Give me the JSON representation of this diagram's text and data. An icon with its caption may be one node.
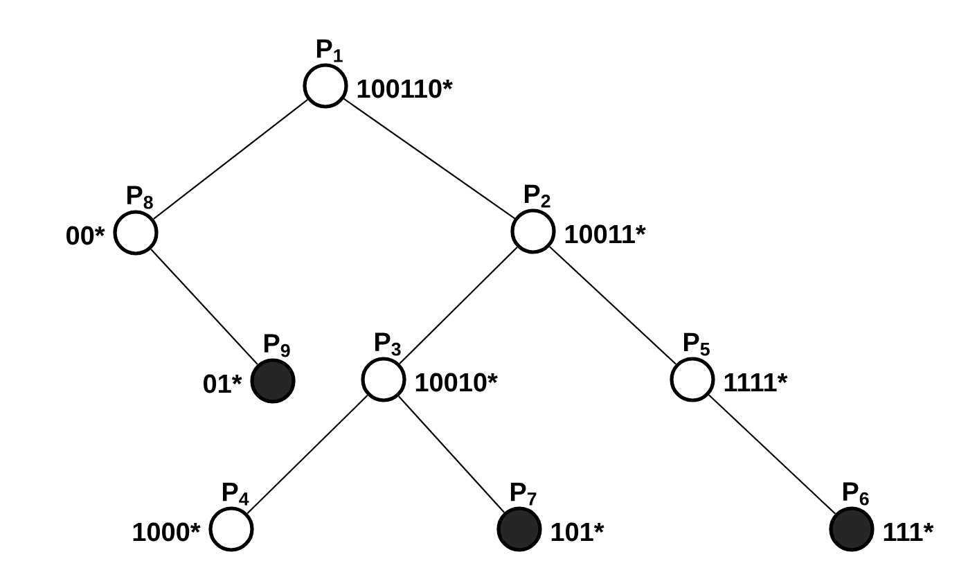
{
  "diagram": {
    "nodes": [
      {
        "text": [
          "P$_{1}$"
        ],
        "beside": [
          "100110*"
        ]
      },
      {
        "text": [
          "P$_{8}$"
        ],
        "beside": [
          "00*"
        ]
      },
      {
        "text": [
          "P$_{2}$"
        ],
        "beside": [
          "10011*"
        ]
      },
      {
        "text": [
          "P$_{9}$"
        ],
        "beside": [
          "01*"
        ]
      },
      {
        "text": [
          "P$_{3}$"
        ],
        "beside": [
          "10010*"
        ]
      },
      {
        "text": [
          "P$_{5}$"
        ],
        "beside": [
          "1111*"
        ]
      },
      {
        "text": [
          "P$_{4}$"
        ],
        "beside": [
          "1000*"
        ]
      },
      {
        "text": [
          "P$_{7}$"
        ],
        "beside": [
          "101*"
        ]
      },
      {
        "text": [
          "P$_{6}$"
        ],
        "beside": [
          "111*"
        ]
      }
    ],
    "edges": [
      {
        "from": 0,
        "to": 1,
        "arrow": "none"
      },
      {
        "from": 0,
        "to": 2,
        "arrow": "none"
      },
      {
        "from": 1,
        "to": 3,
        "arrow": "none"
      },
      {
        "from": 2,
        "to": 4,
        "arrow": "none"
      },
      {
        "from": 2,
        "to": 5,
        "arrow": "none"
      },
      {
        "from": 4,
        "to": 6,
        "arrow": "none"
      },
      {
        "from": 4,
        "to": 7,
        "arrow": "none"
      },
      {
        "from": 5,
        "to": 8,
        "arrow": "none"
      }
    ]
  }
}
